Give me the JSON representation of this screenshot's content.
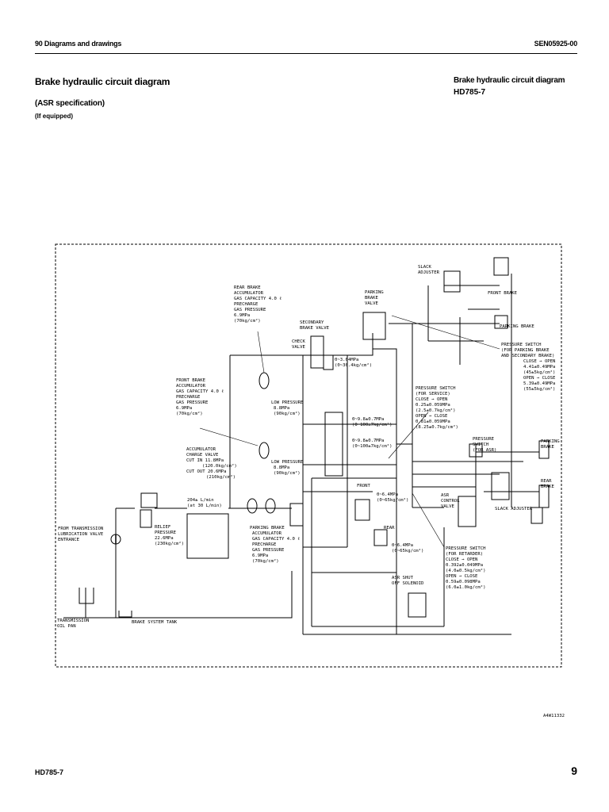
{
  "header": {
    "section": "90 Diagrams and drawings",
    "doc_code": "SEN05925-00"
  },
  "page": {
    "title": "Brake hydraulic circuit diagram",
    "subtitle": "(ASR specification)",
    "note": "(If equipped)",
    "side_title": "Brake hydraulic circuit diagram",
    "side_model": "HD785-7"
  },
  "diagram": {
    "slack_adjuster": [
      "SLACK",
      "ADJUSTER"
    ],
    "front_brake": "FRONT BRAKE",
    "parking_brake_top": "PARKING BRAKE",
    "parking_brake_valve": [
      "PARKING",
      "BRAKE",
      "VALVE"
    ],
    "rear_accumulator": [
      "REAR BRAKE",
      "ACCUMULATOR",
      "GAS CAPACITY 4.0 ℓ",
      "PRECHARGE",
      "GAS PRESSURE",
      "6.9MPa",
      "(70kg/cm²)"
    ],
    "secondary_brake_valve": [
      "SECONDARY",
      "BRAKE VALVE"
    ],
    "check_valve": [
      "CHECK",
      "VALVE"
    ],
    "check_pressure": [
      "0~3.04MPa",
      "(0~30.4kg/cm²)"
    ],
    "ps_parking_secondary": [
      "PRESSURE SWITCH",
      "(FOR PARKING BRAKE",
      "AND SECONDARY BRAKE)",
      "CLOSE → OPEN",
      "4.41±0.49MPa",
      "(45±5kg/cm²)",
      "OPEN → CLOSE",
      "5.39±0.49MPa",
      "(55±5kg/cm²)"
    ],
    "front_accumulator": [
      "FRONT BRAKE",
      "ACCUMULATOR",
      "GAS CAPACITY 4.0 ℓ",
      "PRECHARGE",
      "GAS PRESSURE",
      "6.9MPa",
      "(70kg/cm²)"
    ],
    "low_pressure_1": [
      "LOW PRESSURE",
      "8.8MPa",
      "(90kg/cm²)"
    ],
    "low_pressure_2": [
      "LOW PRESSURE",
      "8.8MPa",
      "(90kg/cm²)"
    ],
    "ps_service": [
      "PRESSURE SWITCH",
      "(FOR SERVICE)",
      "CLOSE → OPEN",
      "0.25±0.059MPa",
      "(2.5±0.7kg/cm²)",
      "OPEN → CLOSE",
      "0.81±0.059MPa",
      "(8.25±0.7kg/cm²)"
    ],
    "range_1": [
      "0~9.8±0.7MPa",
      "(0~100±7kg/cm²)"
    ],
    "range_2": [
      "0~9.8±0.7MPa",
      "(0~100±7kg/cm²)"
    ],
    "ps_asr": [
      "PRESSURE",
      "SWITCH",
      "(FOR ASR)"
    ],
    "parking_brake_right": [
      "PARKING",
      "BRAKE"
    ],
    "rear_brake_right": [
      "REAR",
      "BRAKE"
    ],
    "slack_adjuster_bottom": "SLACK ADJUSTER",
    "acc_charge_valve": [
      "ACCUMULATOR",
      "CHARGE VALVE",
      "CUT IN 11.8MPa",
      "(120.0kg/cm²)",
      "CUT OUT 20.6MPa",
      "(210kg/cm²)"
    ],
    "flow": [
      "204± L/min",
      "(at 30 L/min)"
    ],
    "front_label": "FRONT",
    "front_range": [
      "0~6.4MPa",
      "(0~65kg/cm²)"
    ],
    "asr_control_valve": [
      "ASR",
      "CONTROL",
      "VALVE"
    ],
    "from_transmission": [
      "FROM TRANSMISSION",
      "LUBRICATION VALVE",
      "ENTRANCE"
    ],
    "relief": [
      "RELIEF",
      "PRESSURE",
      "22.6MPa",
      "(230kg/cm²)"
    ],
    "parking_accumulator": [
      "PARKING BRAKE",
      "ACCUMULATOR",
      "GAS CAPACITY 4.0 ℓ",
      "PRECHARGE",
      "GAS PRESSURE",
      "6.9MPa",
      "(70kg/cm²)"
    ],
    "rear_label": "REAR",
    "rear_range": [
      "0~6.4MPa",
      "(0~65kg/cm²)"
    ],
    "ps_retarder": [
      "PRESSURE SWITCH",
      "(FOR RETARDER)",
      "CLOSE → OPEN",
      "0.392±0.049MPa",
      "(4.0±0.5kg/cm²)",
      "OPEN → CLOSE",
      "0.59±0.098MPa",
      "(6.0±1.0kg/cm²)"
    ],
    "asr_shutoff": [
      "ASR SHUT",
      "OFF SOLENOID"
    ],
    "transmission_oil_pan": [
      "TRANSMISSION",
      "OIL PAN"
    ],
    "brake_system_tank": "BRAKE SYSTEM TANK",
    "drawing_no": "A4W11332"
  },
  "footer": {
    "model": "HD785-7",
    "page_number": "9"
  }
}
